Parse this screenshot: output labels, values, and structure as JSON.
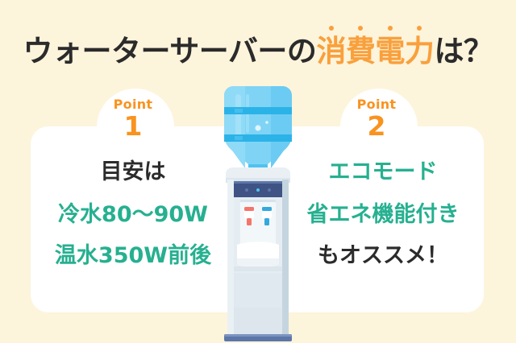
{
  "colors": {
    "background": "#FDF4DC",
    "card": "#FFFFFF",
    "accent_orange": "#F9A03C",
    "point_orange": "#F9931F",
    "teal": "#26B090",
    "dark_text": "#2B2B2B",
    "bottle_light": "#7FD4F5",
    "bottle_mid": "#4FC3F0",
    "bottle_band": "#2BB3E8",
    "server_body": "#DCE6EC",
    "server_panel": "#3F5384",
    "server_base": "#5C76A8",
    "tap_hot": "#F4756A",
    "tap_cold": "#33A9DE"
  },
  "title": {
    "prefix": "ウォーターサーバーの",
    "accent": "消費電力",
    "suffix": "は？",
    "accent_dot_count": 4
  },
  "points": [
    {
      "label": "Point",
      "number": "1",
      "lines": [
        {
          "text": "目安は",
          "color": "dark"
        },
        {
          "text": "冷水80〜90W",
          "color": "teal"
        },
        {
          "text": "温水350W前後",
          "color": "teal"
        }
      ]
    },
    {
      "label": "Point",
      "number": "2",
      "lines": [
        {
          "text": "エコモード",
          "color": "teal"
        },
        {
          "text": "省エネ機能付き",
          "color": "teal"
        },
        {
          "text": "もオススメ！",
          "color": "dark"
        }
      ]
    }
  ],
  "illustration": {
    "name": "water-server",
    "parts": [
      "water-bottle",
      "server-cabinet",
      "control-panel",
      "hot-water-tap",
      "cold-water-tap",
      "drip-tray",
      "server-base"
    ]
  }
}
